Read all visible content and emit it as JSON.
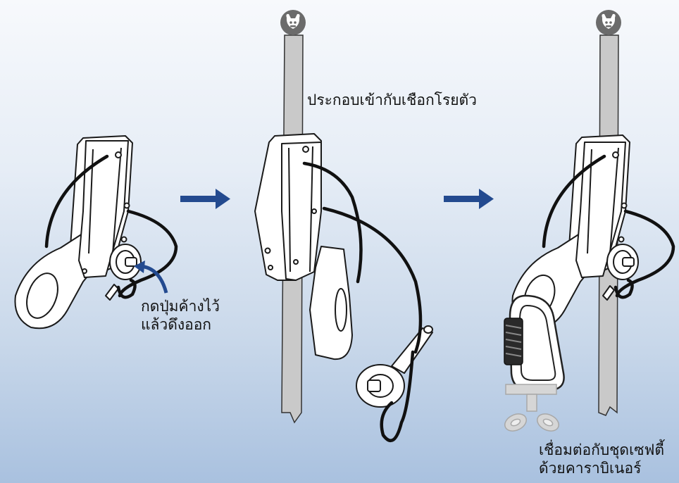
{
  "captions": {
    "assemble_on_rope": "ประกอบเข้ากับเชือกโรยตัว",
    "press_and_pull": [
      "กดปุ่มค้างไว้",
      "แล้วดึงออก"
    ],
    "connect_with_carabiner": [
      "เชื่อมต่อกับชุดเซฟตี้",
      "ด้วยคาราบิเนอร์"
    ]
  },
  "icons": {
    "logo": "bull-head-logo",
    "step_arrow": "right-arrow-icon"
  },
  "colors": {
    "arrow": "#234a8f",
    "logo_bg": "#6b6b6b",
    "rope": "#c9c9c9",
    "outline": "#1a1a1a"
  }
}
